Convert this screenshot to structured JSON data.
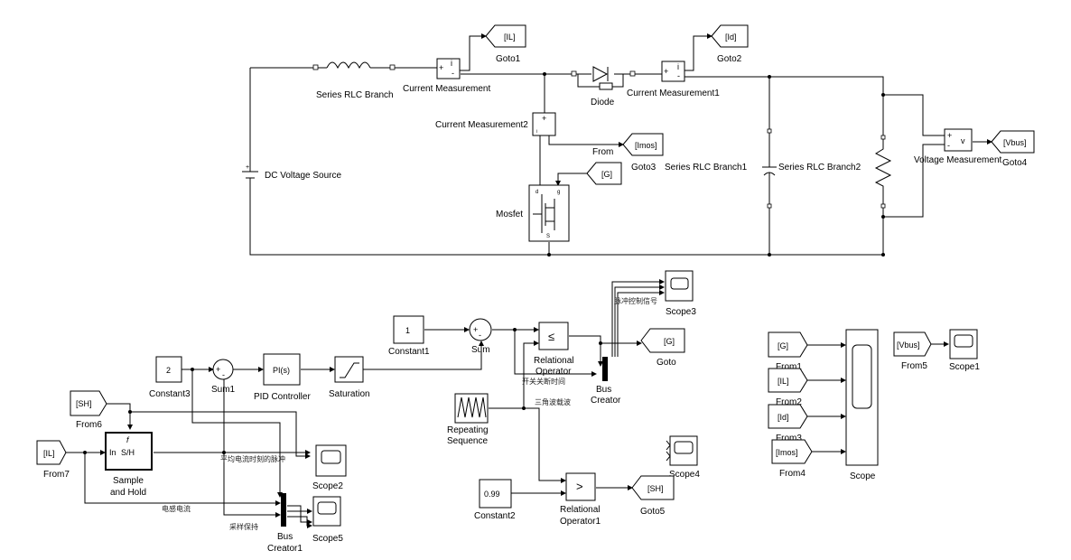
{
  "power": {
    "series_rlc": "Series RLC Branch",
    "current_meas": "Current Measurement",
    "goto1_tag": "[IL]",
    "goto1_label": "Goto1",
    "diode_label": "Diode",
    "current_meas1": "Current Measurement1",
    "goto2_tag": "[Id]",
    "goto2_label": "Goto2",
    "current_meas2": "Current Measurement2",
    "goto3_tag": "[Imos]",
    "goto3_label": "Goto3",
    "from_tag": "[G]",
    "from_label": "From",
    "mosfet_label": "Mosfet",
    "dc_source": "DC Voltage Source",
    "rlc1": "Series RLC Branch1",
    "rlc2": "Series RLC Branch2",
    "voltage_meas": "Voltage Measurement",
    "goto4_tag": "[Vbus]",
    "goto4_label": "Goto4"
  },
  "control": {
    "constant1_value": "1",
    "constant1_label": "Constant1",
    "sum_label": "Sum",
    "constant3_value": "2",
    "constant3_label": "Constant3",
    "sum1_label": "Sum1",
    "pi_text": "PI(s)",
    "pi_label": "PID Controller",
    "saturation_label": "Saturation",
    "relop_symbol": "≤",
    "relop_label_a": "Relational",
    "relop_label_b": "Operator",
    "scope3_label": "Scope3",
    "cn_pulse": "脉冲控制信号",
    "goto_tag": "[G]",
    "goto_label": "Goto",
    "bus_label_a": "Bus",
    "bus_label_b": "Creator",
    "cn_switch": "开关关断时间",
    "cn_triangle": "三角波载波",
    "repeat_label_a": "Repeating",
    "repeat_label_b": "Sequence",
    "from6_tag": "[SH]",
    "from6_label": "From6",
    "from7_tag": "[IL]",
    "from7_label": "From7",
    "sh_in": "In",
    "sh_text": "S/H",
    "sh_label_a": "Sample",
    "sh_label_b": "and Hold",
    "cn_avg": "平均电流时刻的脉冲",
    "scope2_label": "Scope2",
    "cn_inductor": "电感电流",
    "cn_sample": "采样保持",
    "bus1_label_a": "Bus",
    "bus1_label_b": "Creator1",
    "scope5_label": "Scope5",
    "scope4_label": "Scope4",
    "constant2_value": "0.99",
    "constant2_label": "Constant2",
    "relop1_symbol": ">",
    "relop1_label_a": "Relational",
    "relop1_label_b": "Operator1",
    "goto5_tag": "[SH]",
    "goto5_label": "Goto5"
  },
  "scopes": {
    "from1_tag": "[G]",
    "from1_label": "From1",
    "from2_tag": "[IL]",
    "from2_label": "From2",
    "from3_tag": "[Id]",
    "from3_label": "From3",
    "from4_tag": "[Imos]",
    "from4_label": "From4",
    "scope_label": "Scope",
    "from5_tag": "[Vbus]",
    "from5_label": "From5",
    "scope1_label": "Scope1"
  }
}
